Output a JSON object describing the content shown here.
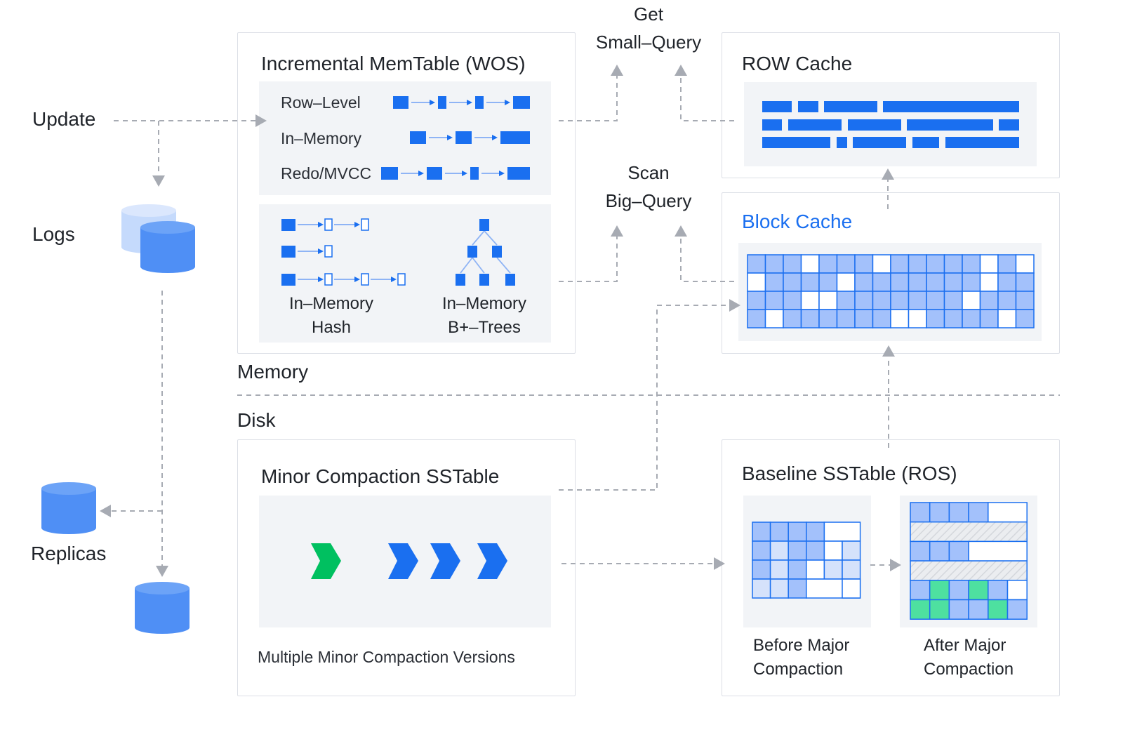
{
  "colors": {
    "blue": "#1a6ff0",
    "light_blue": "#a3c1fb",
    "pale_blue": "#d5e2fb",
    "green": "#00c060",
    "teal": "#4ee0a0",
    "gray_line": "#a7abb3",
    "panel_fill": "#f2f4f7"
  },
  "left": {
    "update": "Update",
    "logs": "Logs",
    "replicas": "Replicas"
  },
  "memtable": {
    "title": "Incremental MemTable (WOS)",
    "rows": [
      "Row–Level",
      "In–Memory",
      "Redo/MVCC"
    ],
    "hash_label": [
      "In–Memory",
      "Hash"
    ],
    "btree_label": [
      "In–Memory",
      "B+–Trees"
    ]
  },
  "queries": {
    "get": [
      "Get",
      "Small–Query"
    ],
    "scan": [
      "Scan",
      "Big–Query"
    ]
  },
  "row_cache": {
    "title": "ROW Cache"
  },
  "block_cache": {
    "title": "Block Cache"
  },
  "memory_label": "Memory",
  "disk_label": "Disk",
  "minor": {
    "title": "Minor Compaction SSTable",
    "caption": "Multiple Minor Compaction Versions"
  },
  "baseline": {
    "title": "Baseline SSTable (ROS)",
    "before": [
      "Before Major",
      "Compaction"
    ],
    "after": [
      "After Major",
      "Compaction"
    ]
  }
}
